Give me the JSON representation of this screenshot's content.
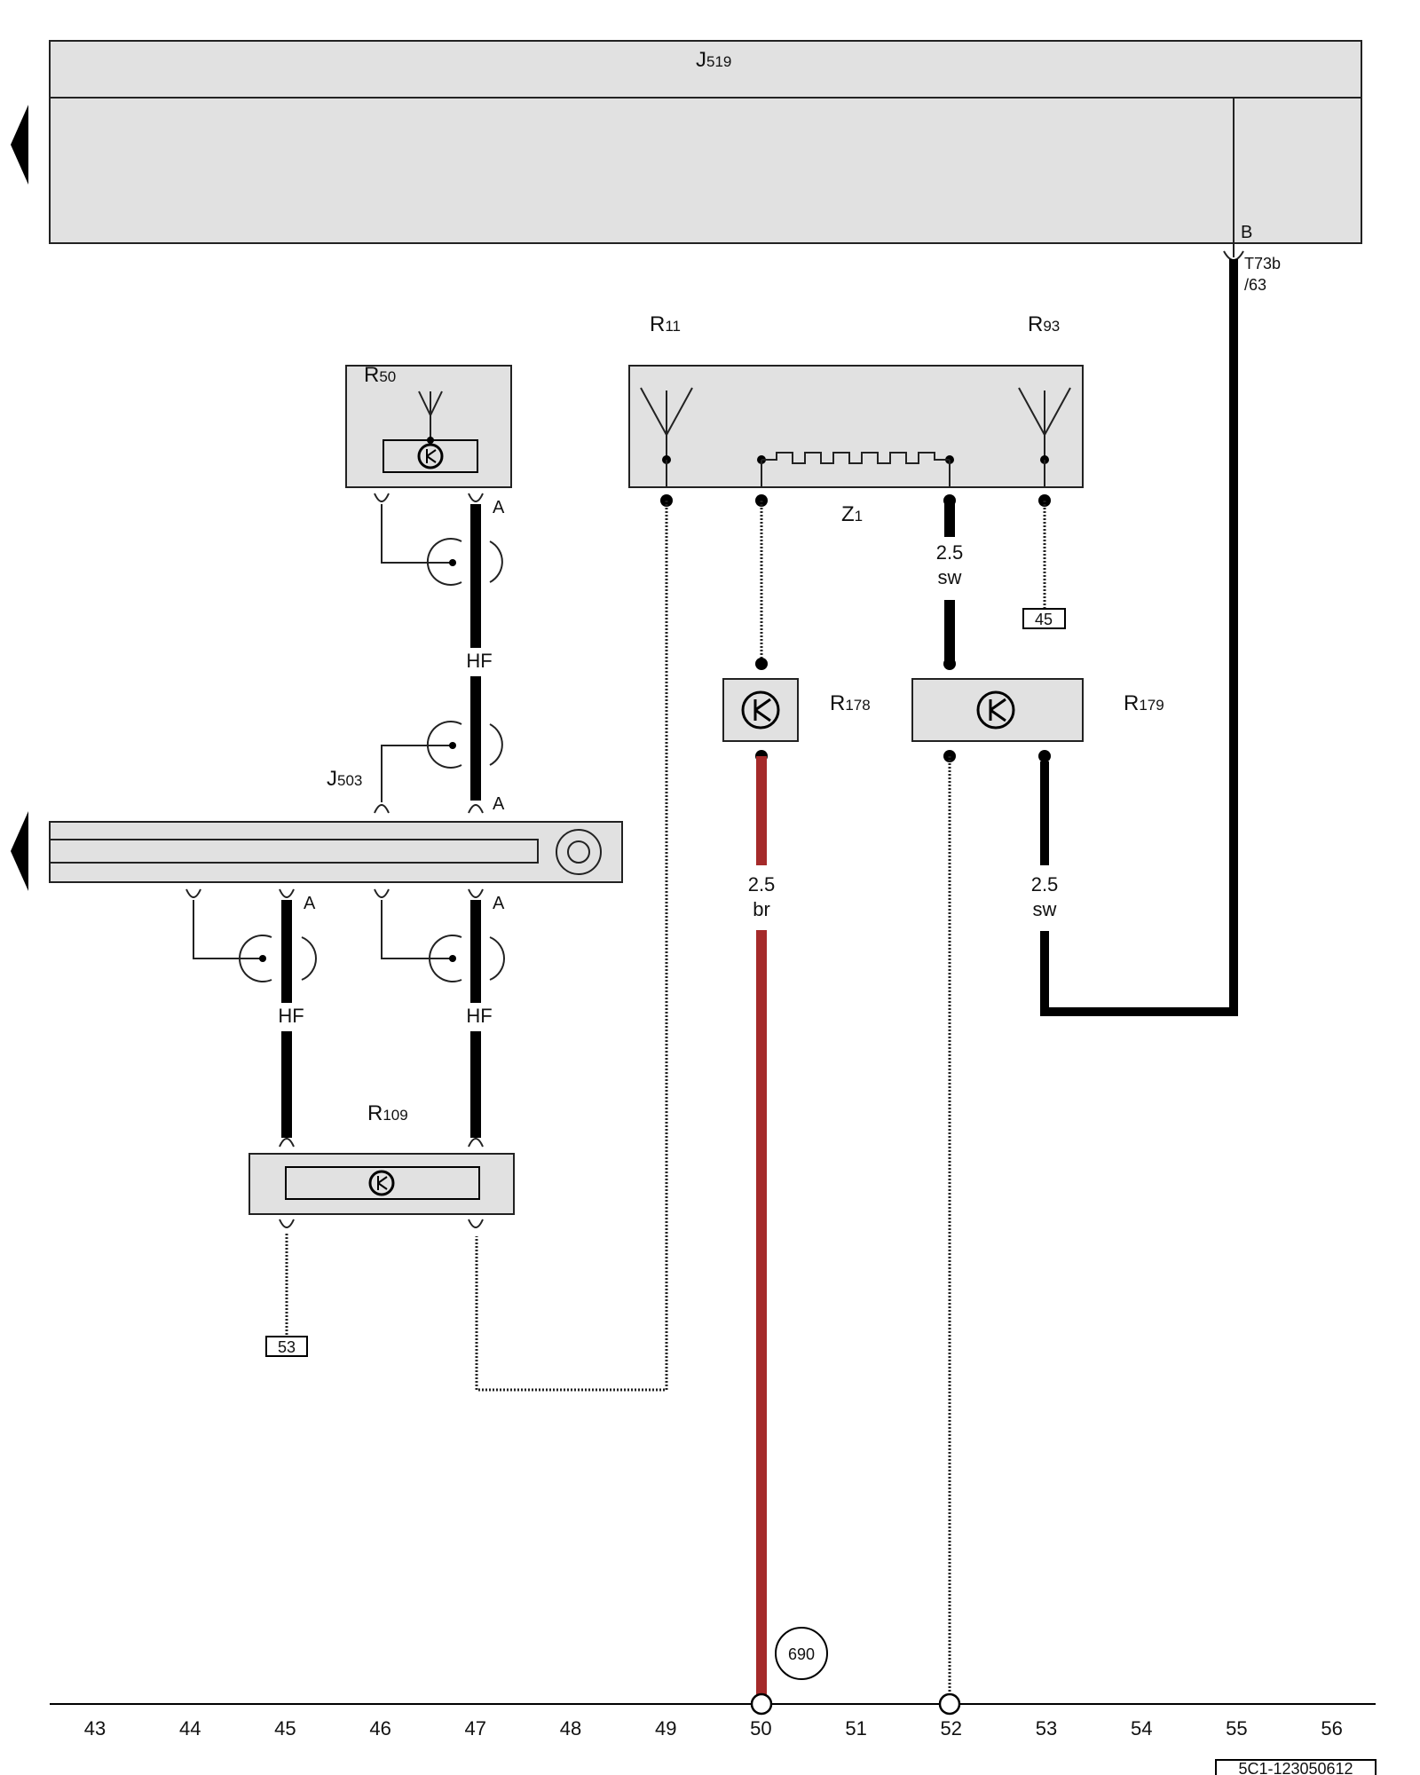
{
  "components": {
    "J519": {
      "name": "J",
      "sub": "519"
    },
    "R11": {
      "name": "R",
      "sub": "11"
    },
    "R93": {
      "name": "R",
      "sub": "93"
    },
    "R50": {
      "name": "R",
      "sub": "50"
    },
    "Z1": {
      "name": "Z",
      "sub": "1"
    },
    "R178": {
      "name": "R",
      "sub": "178"
    },
    "R179": {
      "name": "R",
      "sub": "179"
    },
    "J503": {
      "name": "J",
      "sub": "503"
    },
    "R109": {
      "name": "R",
      "sub": "109"
    }
  },
  "connector": {
    "pin": "B",
    "id": "T73b",
    "pos": "/63"
  },
  "pin_labels": {
    "A": "A"
  },
  "wires": {
    "sw_size": "2.5",
    "sw_color": "sw",
    "br_size": "2.5",
    "br_color": "br",
    "hf": "HF"
  },
  "refs": {
    "r45": "45",
    "r53": "53",
    "r690": "690"
  },
  "scale": [
    "43",
    "44",
    "45",
    "46",
    "47",
    "48",
    "49",
    "50",
    "51",
    "52",
    "53",
    "54",
    "55",
    "56"
  ],
  "footer_code": "5C1-123050612",
  "colors": {
    "brown_wire": "#a52a2a",
    "box_fill": "#e1e1e1"
  }
}
